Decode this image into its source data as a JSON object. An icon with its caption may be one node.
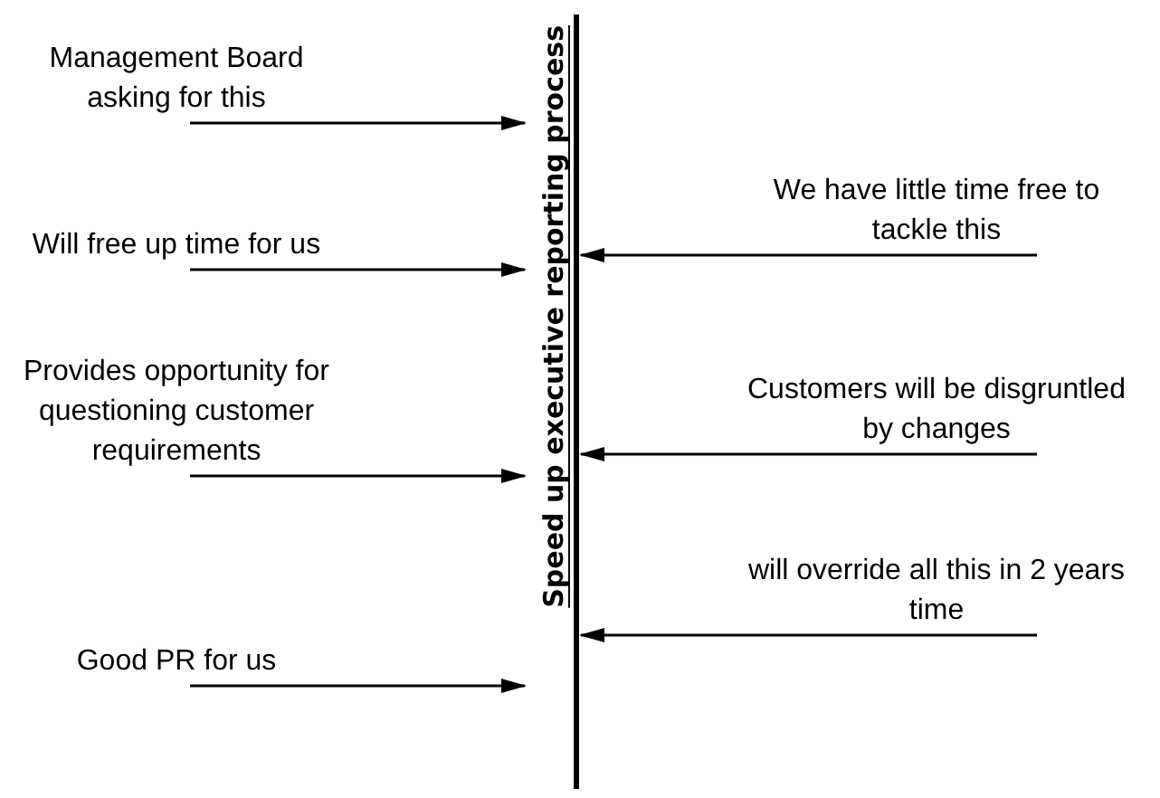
{
  "diagram": {
    "nodes": [
      {
        "text": [
          "Speed up executive reporting process"
        ]
      },
      {
        "text": [
          "Management Board asking for this"
        ]
      },
      {
        "text": [
          "Will free up time for us"
        ]
      },
      {
        "text": [
          "Provides opportunity for questioning customer requirements"
        ]
      },
      {
        "text": [
          "Good PR for us"
        ]
      },
      {
        "text": [
          "We have little time free to tackle this"
        ]
      },
      {
        "text": [
          "Customers will be disgruntled by changes"
        ]
      },
      {
        "text": [
          "will override all this in 2 years time"
        ]
      }
    ],
    "edges": [
      {
        "from": 1,
        "to": 0,
        "arrow": "to"
      },
      {
        "from": 2,
        "to": 0,
        "arrow": "to"
      },
      {
        "from": 3,
        "to": 0,
        "arrow": "to"
      },
      {
        "from": 4,
        "to": 0,
        "arrow": "to"
      },
      {
        "from": 5,
        "to": 0,
        "arrow": "to"
      },
      {
        "from": 6,
        "to": 0,
        "arrow": "to"
      },
      {
        "from": 7,
        "to": 0,
        "arrow": "to"
      }
    ]
  }
}
